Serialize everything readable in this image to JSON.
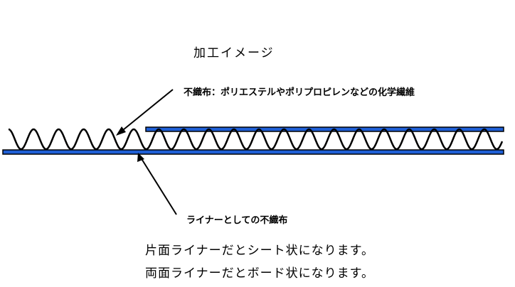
{
  "title": "加工イメージ",
  "labels": {
    "nonwoven": "不織布：ポリエステルやポリプロピレンなどの化学繊維",
    "liner": "ライナーとしての不織布"
  },
  "notes": [
    "片面ライナーだとシート状になります。",
    "両面ライナーだとボード状になります。"
  ],
  "colors": {
    "liner_fill": "#1f5fd6",
    "outline": "#000000",
    "background": "#ffffff"
  }
}
